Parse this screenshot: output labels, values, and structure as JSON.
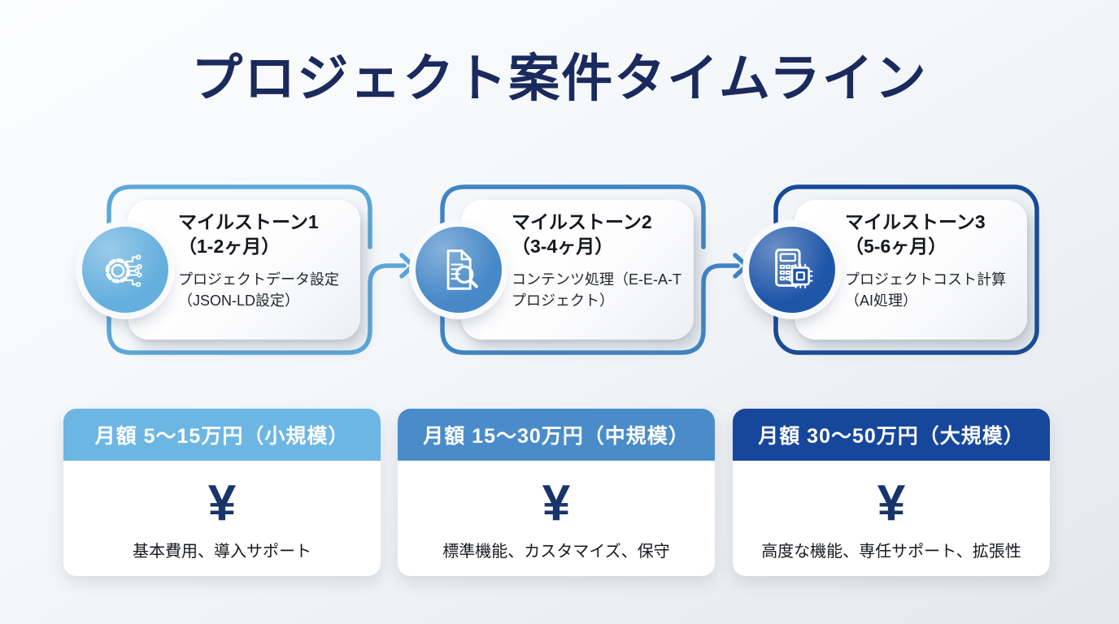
{
  "page": {
    "title": "プロジェクト案件タイムライン"
  },
  "milestones": [
    {
      "title_line1": "マイルストーン1",
      "title_line2": "（1-2ヶ月）",
      "description": "プロジェクトデータ設定（JSON-LD設定）",
      "icon": "gear-circuit-icon",
      "accent": "#5BA7D9",
      "circle_color": "#65AFDE"
    },
    {
      "title_line1": "マイルストーン2",
      "title_line2": "（3-4ヶ月）",
      "description": "コンテンツ処理（E-E-A-Tプロジェクト）",
      "icon": "document-search-icon",
      "accent": "#3F85C5",
      "circle_color": "#4688C8"
    },
    {
      "title_line1": "マイルストーン3",
      "title_line2": "（5-6ヶ月）",
      "description": "プロジェクトコスト計算（AI処理）",
      "icon": "calculator-chip-icon",
      "accent": "#174A97",
      "circle_color": "#1E55A8"
    }
  ],
  "pricing": [
    {
      "header": "月額 5〜15万円（小規模）",
      "header_bg": "#6DB6E3",
      "currency_symbol": "¥",
      "description": "基本費用、導入サポート"
    },
    {
      "header": "月額 15〜30万円（中規模）",
      "header_bg": "#4A8CC9",
      "currency_symbol": "¥",
      "description": "標準機能、カスタマイズ、保守"
    },
    {
      "header": "月額 30〜50万円（大規模）",
      "header_bg": "#17479C",
      "currency_symbol": "¥",
      "description": "高度な機能、専任サポート、拡張性"
    }
  ],
  "colors": {
    "background_top": "#FCFDFE",
    "background_bottom": "#E3E8ED",
    "title_text": "#1A2A5D",
    "yen_symbol": "#17356B"
  }
}
